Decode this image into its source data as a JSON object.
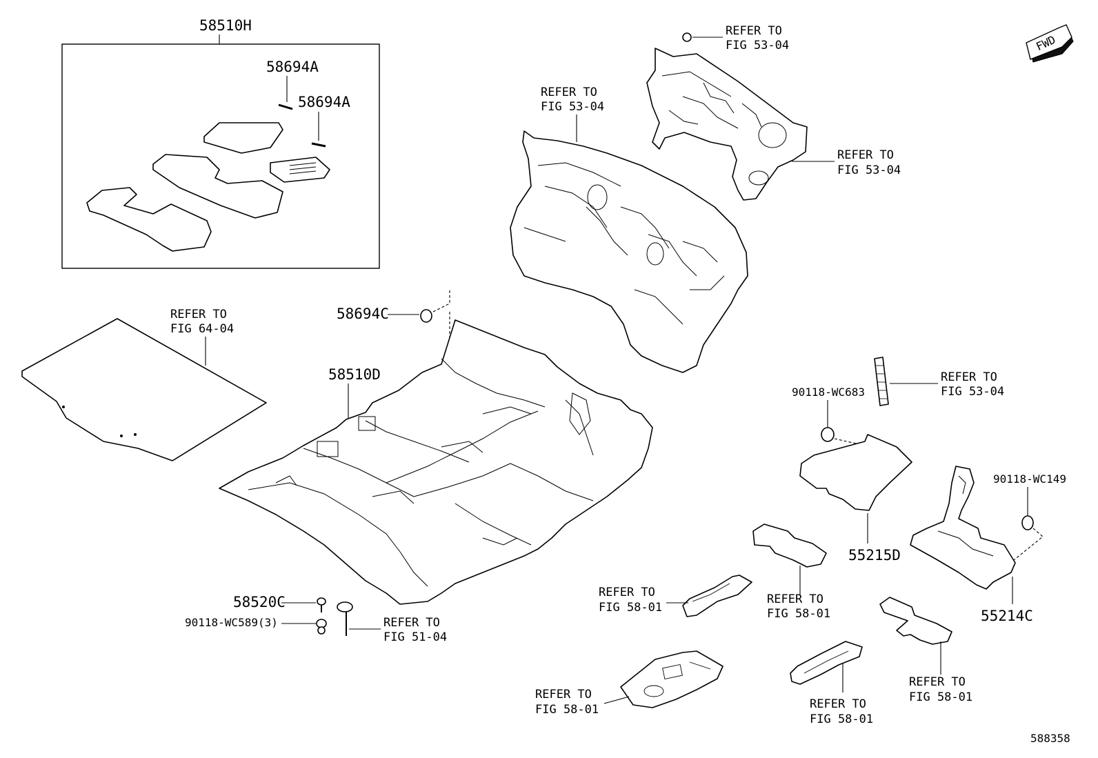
{
  "labels": {
    "p58510H": "58510H",
    "p58694A_1": "58694A",
    "p58694A_2": "58694A",
    "p58694C": "58694C",
    "p58510D": "58510D",
    "p58520C": "58520C",
    "p90118_WC589": "90118-WC589(3)",
    "p90118_WC683": "90118-WC683",
    "p90118_WC149": "90118-WC149",
    "p55215D": "55215D",
    "p55214C": "55214C",
    "ref_top_a1": "REFER TO",
    "ref_top_a2": "FIG 53-04",
    "ref_top_b1": "REFER TO",
    "ref_top_b2": "FIG 53-04",
    "ref_dash_r1": "REFER TO",
    "ref_dash_r2": "FIG 53-04",
    "ref_trunk1": "REFER TO",
    "ref_trunk2": "FIG 64-04",
    "ref_strip1": "REFER TO",
    "ref_strip2": "FIG 53-04",
    "ref_bolt1": "REFER TO",
    "ref_bolt2": "FIG 51-04",
    "ref_p1a": "REFER TO",
    "ref_p1b": "FIG 58-01",
    "ref_p2a": "REFER TO",
    "ref_p2b": "FIG 58-01",
    "ref_p3a": "REFER TO",
    "ref_p3b": "FIG 58-01",
    "ref_p4a": "REFER TO",
    "ref_p4b": "FIG 58-01",
    "ref_p5a": "REFER TO",
    "ref_p5b": "FIG 58-01",
    "fwd": "FWD",
    "diagram_id": "588358"
  },
  "colors": {
    "line": "#000000",
    "background": "#ffffff"
  }
}
